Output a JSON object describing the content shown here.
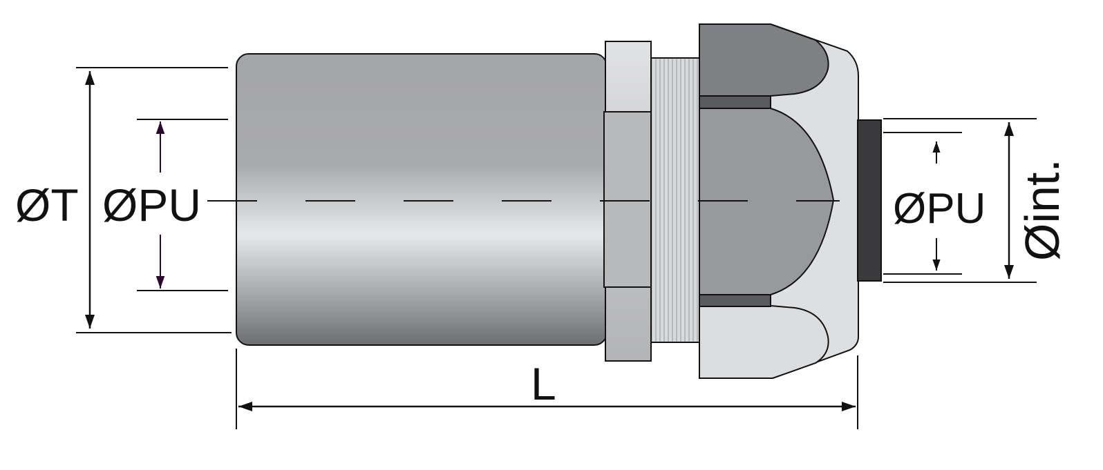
{
  "labels": {
    "outer_diameter": "ØT",
    "left_inner_diameter": "ØPU",
    "right_inner_diameter": "ØPU",
    "internal_diameter": "Øint.",
    "length": "L"
  },
  "colors": {
    "outline": "#111111",
    "tube_light": "#e8e9ea",
    "tube_mid": "#a6a7aa",
    "tube_dark": "#6f7073",
    "nut_light": "#e4e5e6",
    "nut_mid": "#b5b6b8",
    "clamp_dark": "#7d7e81",
    "clamp_mid": "#96979a",
    "cap_light": "#dedfe0",
    "seal": "#3a3a3c",
    "inner_arrow": "#2a0a2a"
  }
}
